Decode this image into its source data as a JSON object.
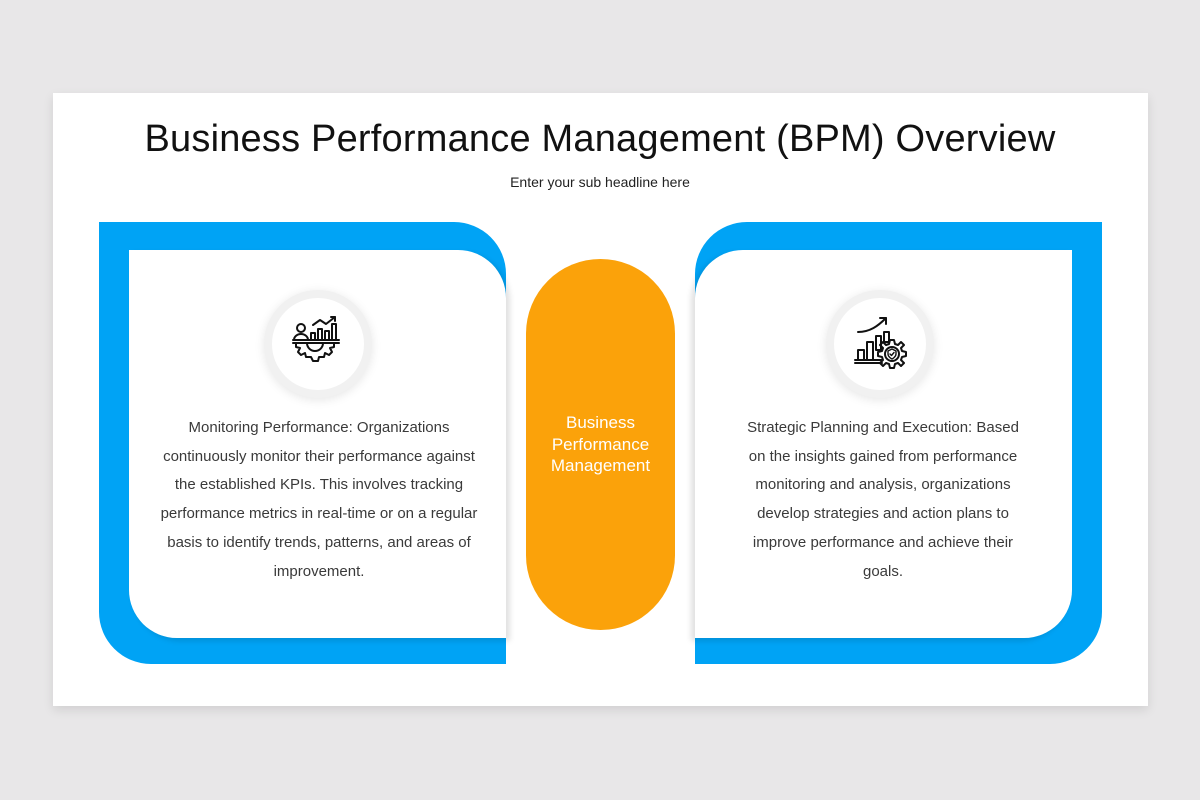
{
  "slide": {
    "title": "Business Performance Management (BPM) Overview",
    "subtitle": "Enter your sub headline here",
    "colors": {
      "background": "#e8e7e8",
      "slide": "#ffffff",
      "frame_blue": "#00a3f5",
      "center_orange": "#fba20a",
      "body_text": "#3a3a3a",
      "title_text": "#111111"
    }
  },
  "center": {
    "label": "Business\nPerformance\nManagement"
  },
  "cards": [
    {
      "icon": "performance-monitoring-gear-chart-icon",
      "text": "Monitoring Performance: Organizations continuously monitor their performance against the established KPIs. This involves tracking performance metrics in real-time or on a regular basis to identify trends, patterns, and areas of improvement."
    },
    {
      "icon": "strategic-growth-chart-gear-shield-icon",
      "text": "Strategic Planning and Execution: Based on the insights gained from performance monitoring and analysis, organizations develop strategies and action plans to improve performance and achieve their goals."
    }
  ]
}
